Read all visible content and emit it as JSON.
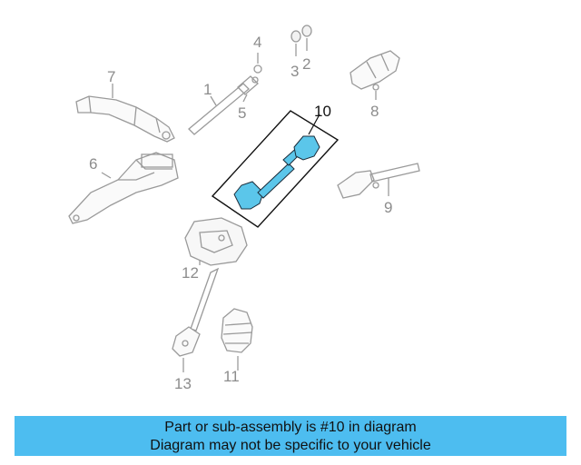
{
  "callouts": {
    "c1": "1",
    "c2": "2",
    "c3": "3",
    "c4": "4",
    "c5": "5",
    "c6": "6",
    "c7": "7",
    "c8": "8",
    "c9": "9",
    "c10": "10",
    "c11": "11",
    "c12": "12",
    "c13": "13"
  },
  "banner": {
    "line1": "Part or sub-assembly is #10 in diagram",
    "line2": "Diagram may not be specific to your vehicle"
  },
  "colors": {
    "highlight_part": "#5bc6ea",
    "banner_bg": "#4dbdf0",
    "outline_gray": "#9a9a9a"
  }
}
